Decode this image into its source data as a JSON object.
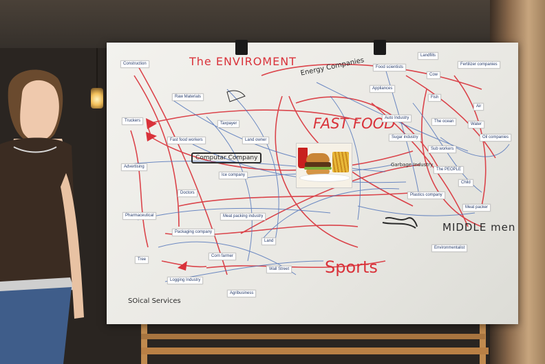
{
  "headings": {
    "environment": "The ENVIROMENT",
    "fast_food": "FAST FOOD",
    "sports": "Sports",
    "middle_men": "MIDDLE men",
    "energy_companies": "Energy Companies",
    "social_services": "SOical Services",
    "computer_company": "Computar Company",
    "garbage_industry": "Garbage Industry"
  },
  "tags": [
    "Construction",
    "Landfills",
    "Fertilizer companies",
    "Food scientists",
    "Cow",
    "Appliances",
    "Raw Materials",
    "Fish",
    "Air",
    "Taxpayer",
    "Auto Industry",
    "The ocean",
    "Truckers",
    "Water",
    "Fast food workers",
    "Land owner",
    "Sugar industry",
    "Oil companies",
    "Sub workers",
    "Advertising",
    "The PEOPLE",
    "Ice company",
    "Doctors",
    "Child",
    "Plastics company",
    "Pharmaceutical",
    "Meat packing industry",
    "Meat packer",
    "Packaging company",
    "Land",
    "Environmentalist",
    "Tree",
    "Corn farmer",
    "Wall Street",
    "Logging Industry",
    "Agribusiness"
  ],
  "colors": {
    "red_string": "#d9323a",
    "blue_string": "#4a6fb8",
    "board": "#f1f0ec",
    "easel_wood": "#c08a4e"
  }
}
